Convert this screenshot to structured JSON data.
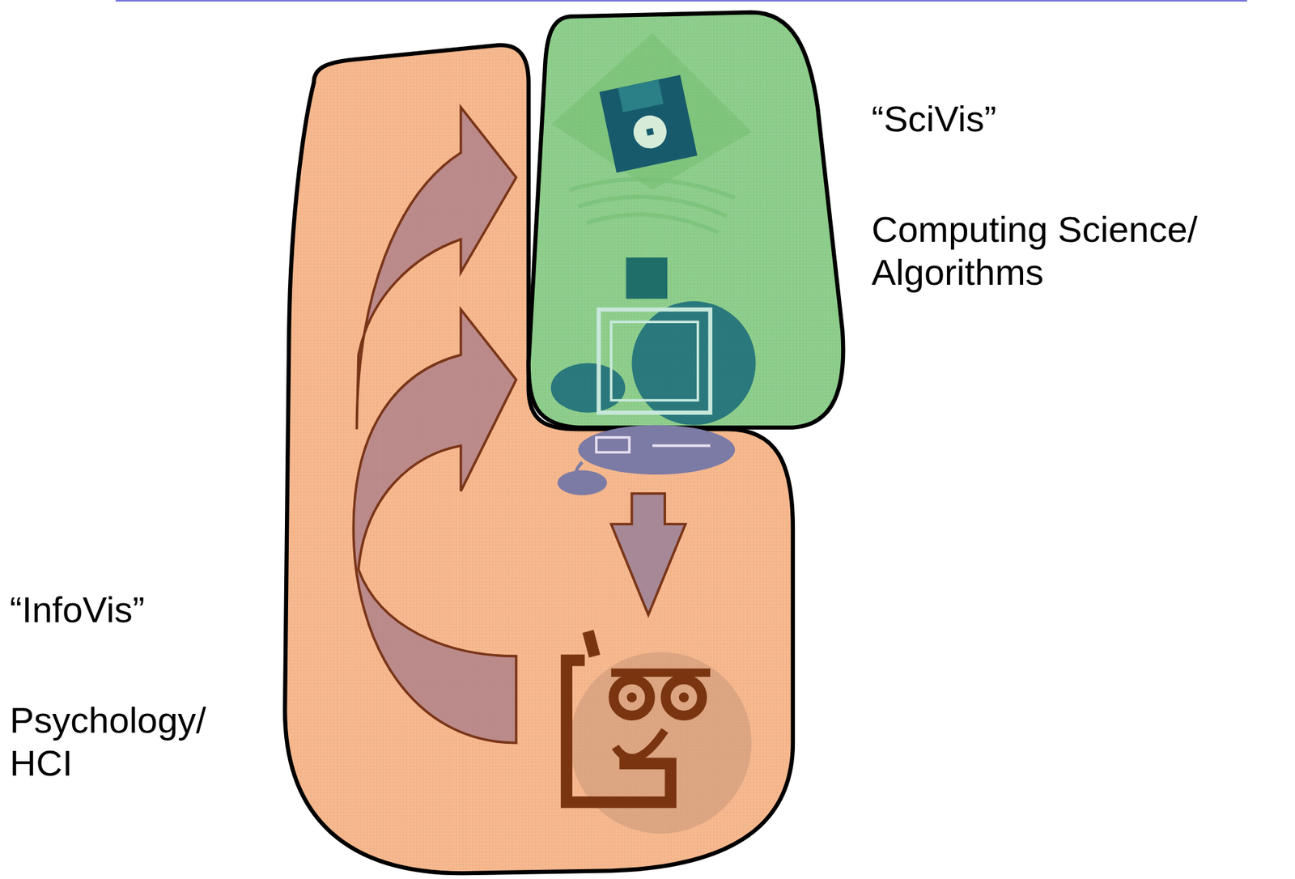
{
  "diagram": {
    "labels": [
      "“SciVis”",
      "Computing Science/ Algorithms",
      "“InfoVis”",
      "Psychology/ HCI"
    ]
  }
}
